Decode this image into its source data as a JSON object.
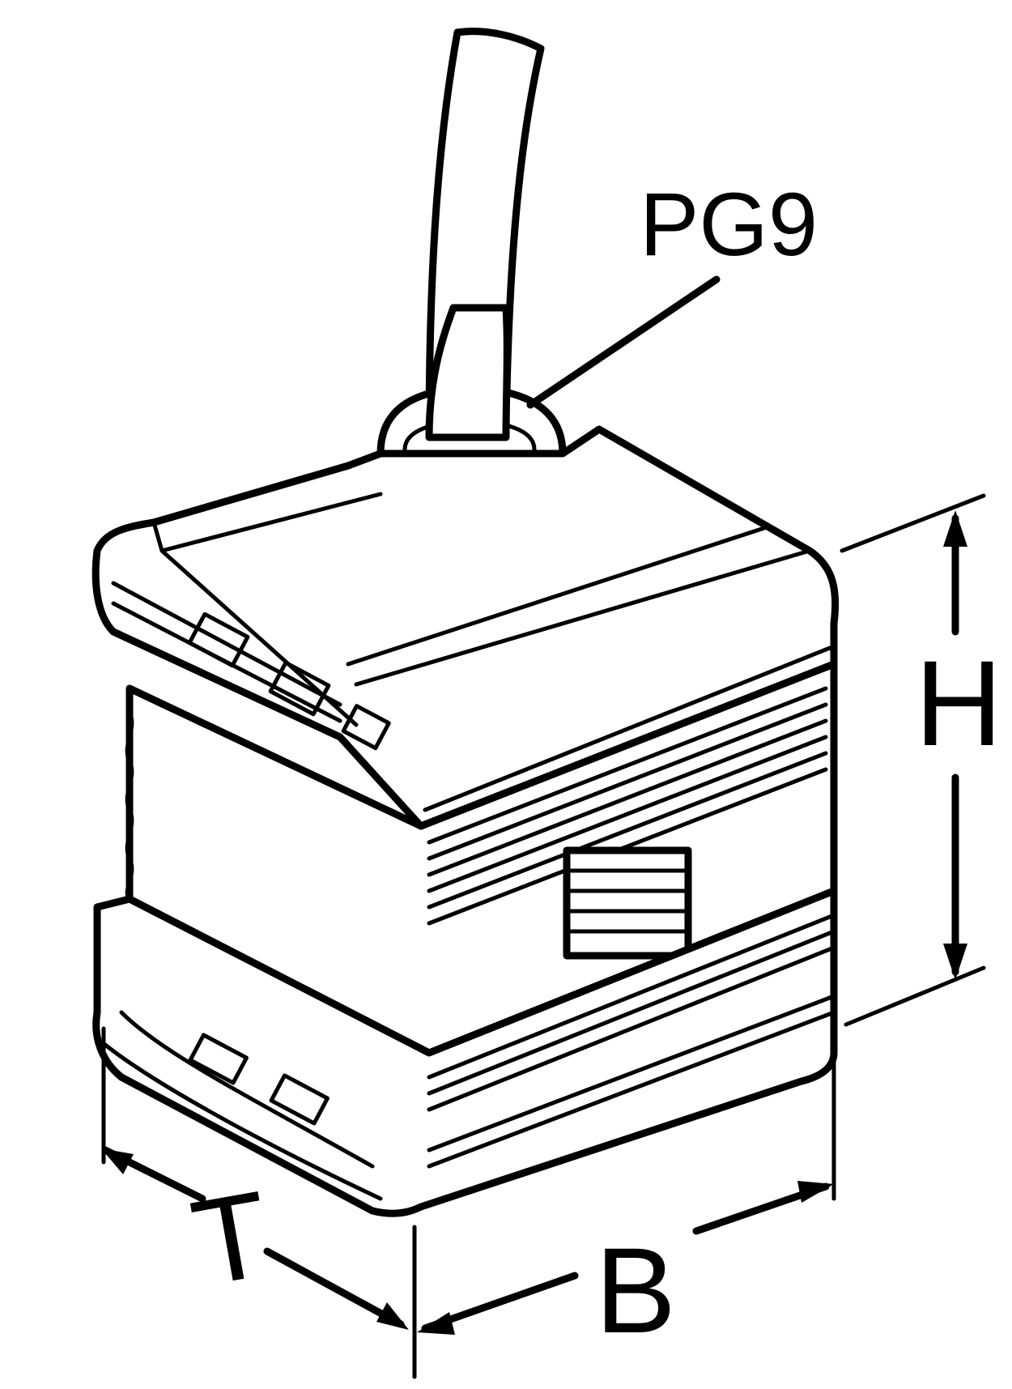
{
  "labels": {
    "gland": "PG9",
    "height": "H",
    "depth": "T",
    "width": "B"
  }
}
